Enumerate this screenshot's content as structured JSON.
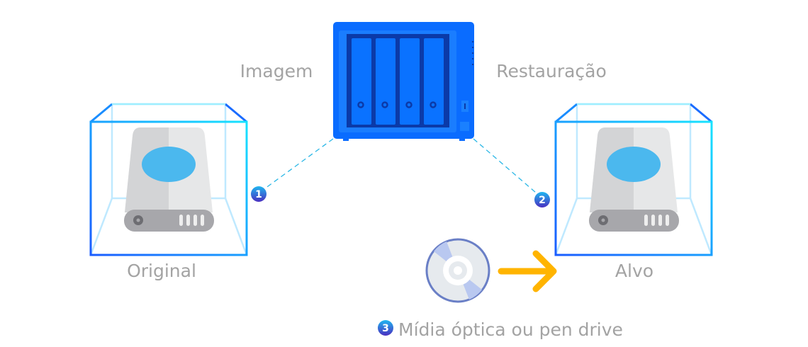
{
  "labels": {
    "image": "Imagem",
    "restore": "Restauração",
    "original": "Original",
    "target": "Alvo",
    "media": "Mídia óptica ou pen drive"
  },
  "badges": [
    "1",
    "2",
    "3"
  ],
  "icons": [
    "nas-device-icon",
    "hard-drive-icon",
    "optical-disc-icon",
    "arrow-right-icon"
  ],
  "colors": {
    "nas": "#0a6cff",
    "nas_dark": "#0b3aa8",
    "drive_accent": "#4bb8ee",
    "arrow": "#ffb400",
    "label": "#a3a3a3"
  }
}
